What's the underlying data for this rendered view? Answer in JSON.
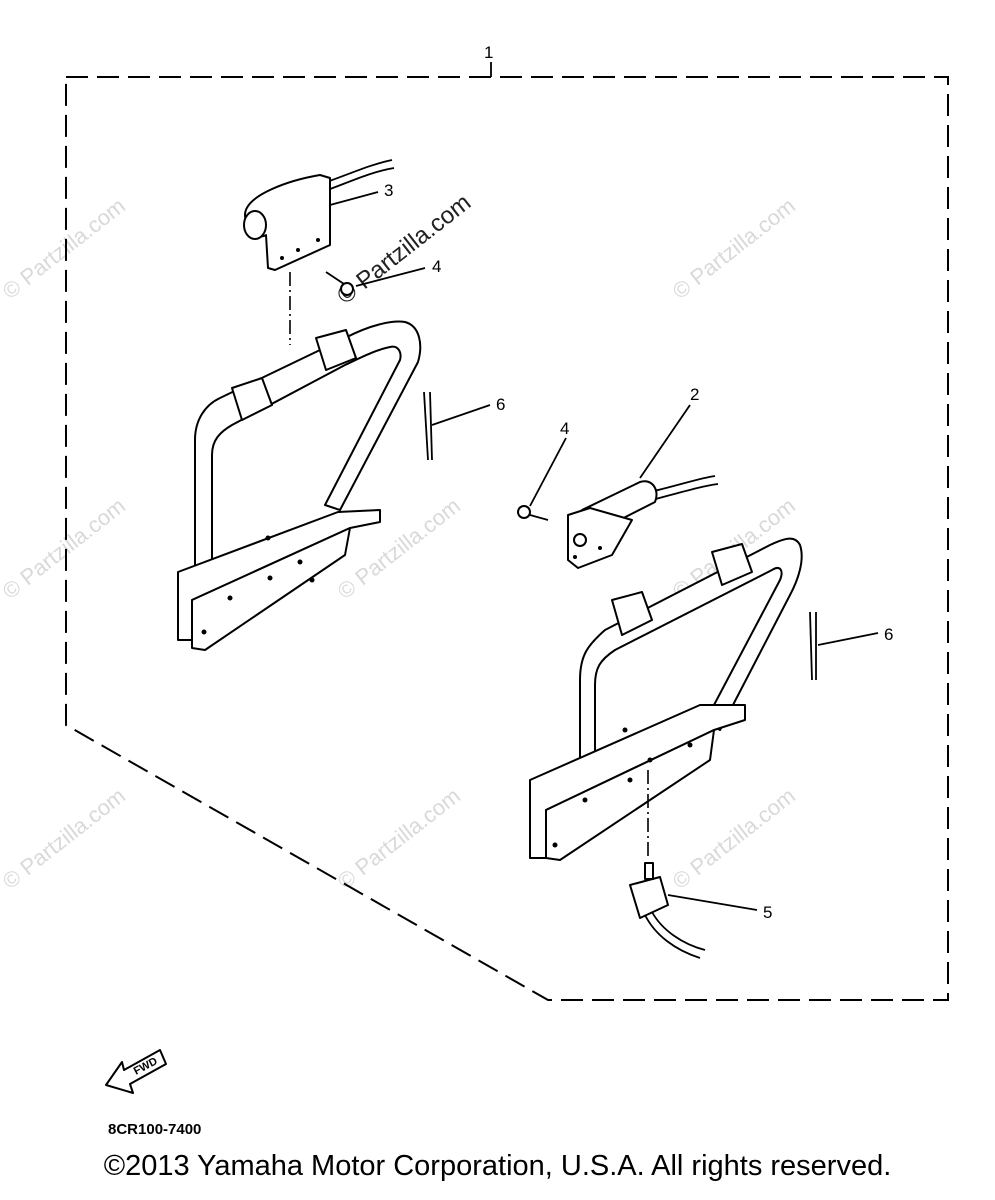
{
  "diagram": {
    "callouts": [
      "1",
      "2",
      "3",
      "4",
      "4",
      "5",
      "6",
      "6"
    ],
    "watermark": "© Partzilla.com",
    "watermark_dark": "© Partzilla.com",
    "fwd_label": "FWD",
    "part_code": "8CR100-7400"
  },
  "footer": {
    "copyright": "©2013 Yamaha Motor Corporation, U.S.A. All rights reserved."
  }
}
